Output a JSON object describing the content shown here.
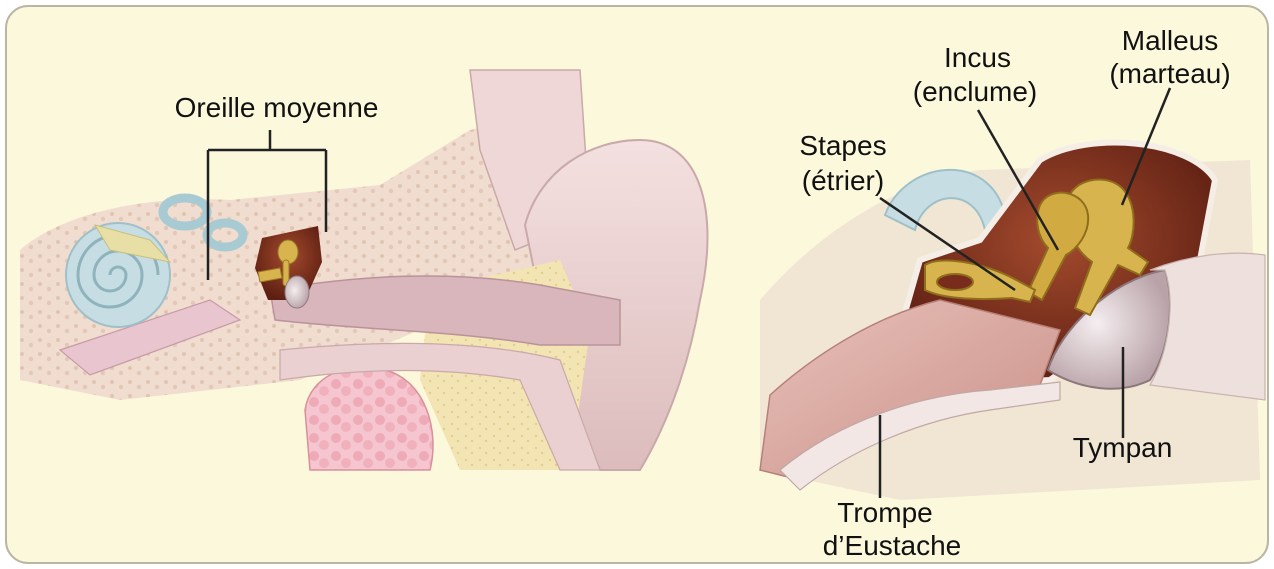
{
  "labels": {
    "oreille_moyenne": "Oreille moyenne",
    "incus": "Incus",
    "incus_fr": "(enclume)",
    "malleus": "Malleus",
    "malleus_fr": "(marteau)",
    "stapes": "Stapes",
    "stapes_fr": "(étrier)",
    "tympan": "Tympan",
    "trompe": "Trompe",
    "eustache": "d’Eustache"
  },
  "colors": {
    "panel_background": "#fbf8dc",
    "panel_border": "#b9b6a4",
    "skin": "#ecd3d3",
    "bone_porous": "#f1ddd0",
    "tissue_yellow": "#f3e4b3",
    "cochlea": "#c6dee3",
    "ossicles": "#d8b44e",
    "cavity": "#7a2c1c",
    "gland": "#f2bdc6",
    "canal": "#dcb9bd",
    "leader_line": "#222222"
  }
}
